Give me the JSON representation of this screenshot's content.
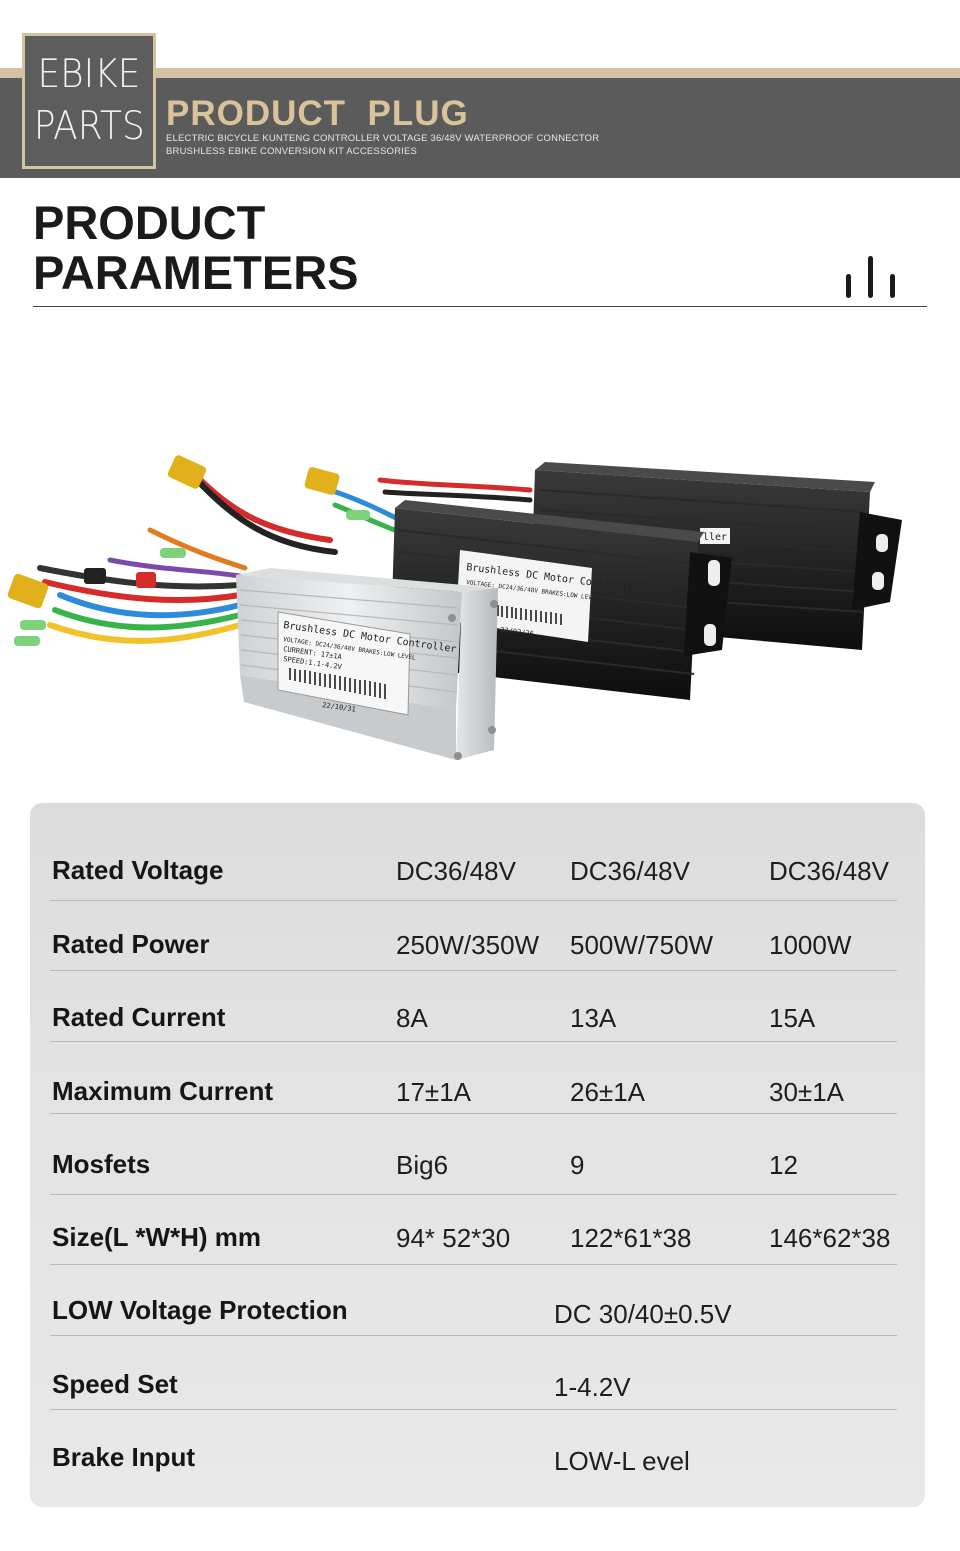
{
  "header": {
    "logo_line1": "EBIKE",
    "logo_line2": "PARTS",
    "title": "PRODUCT  PLUG",
    "subtitle_line1": "ELECTRIC BICYCLE KUNTENG CONTROLLER VOLTAGE 36/48V WATERPROOF CONNECTOR",
    "subtitle_line2": "BRUSHLESS EBIKE CONVERSION KIT ACCESSORIES",
    "accent_color": "#d4c3a3",
    "bar_color": "#5b5b5b"
  },
  "section": {
    "title_line1": "PRODUCT",
    "title_line2": "PARAMETERS",
    "icon": "bar-chart-icon"
  },
  "product_labels": {
    "small_title": "Brushless DC Motor Controller",
    "small_voltage": "VOLTAGE: DC24/36/48V   BRAKES:LOW LEVEL",
    "small_current": "CURRENT: 17±1A",
    "small_speed": "SPEED:1.1-4.2V",
    "small_date": "22/10/31",
    "mid_title": "Brushless DC Motor Controller",
    "mid_voltage": "VOLTAGE: DC24/36/48V   BRAKES:LOW LEVEL",
    "mid_date": "23/02/26",
    "large_title": "ller"
  },
  "table": {
    "rows": [
      {
        "label": "Rated Voltage",
        "v1": "DC36/48V",
        "v2": "DC36/48V",
        "v3": "DC36/48V"
      },
      {
        "label": "Rated Power",
        "v1": "250W/350W",
        "v2": "500W/750W",
        "v3": "1000W"
      },
      {
        "label": "Rated Current",
        "v1": "8A",
        "v2": "13A",
        "v3": "15A"
      },
      {
        "label": "Maximum Current",
        "v1": "17±1A",
        "v2": "26±1A",
        "v3": "30±1A"
      },
      {
        "label": "Mosfets",
        "v1": "Big6",
        "v2": "9",
        "v3": "12"
      },
      {
        "label": "Size(L *W*H) mm",
        "v1": "94* 52*30",
        "v2": "122*61*38",
        "v3": "146*62*38"
      }
    ],
    "span_rows": [
      {
        "label": "LOW Voltage Protection",
        "value": "DC 30/40±0.5V"
      },
      {
        "label": "Speed Set",
        "value": "1-4.2V"
      },
      {
        "label": "Brake Input",
        "value": "LOW-L evel"
      }
    ]
  }
}
